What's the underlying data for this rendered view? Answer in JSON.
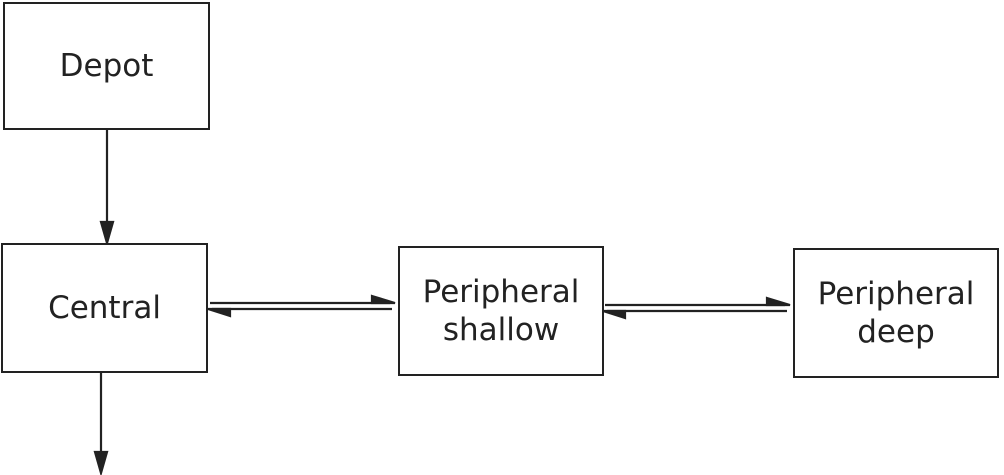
{
  "compartments": {
    "depot": "Depot",
    "central": "Central",
    "peripheral_shallow": [
      "Peripheral",
      "shallow"
    ],
    "peripheral_deep": [
      "Peripheral",
      "deep"
    ]
  },
  "colors": {
    "stroke": "#222222",
    "background": "#ffffff"
  }
}
